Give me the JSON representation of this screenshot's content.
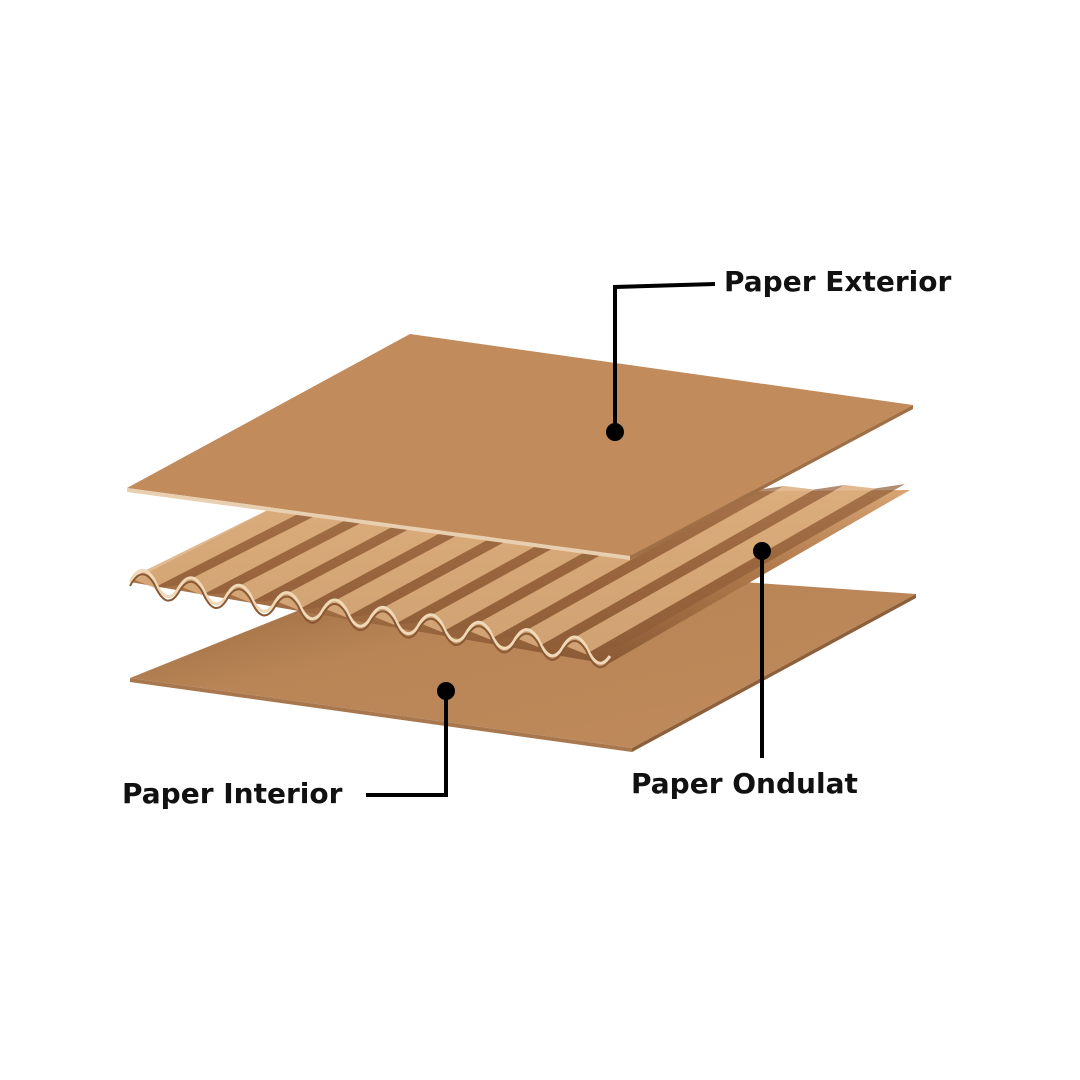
{
  "labels": {
    "exterior": "Paper Exterior",
    "interior": "Paper Interior",
    "fluting": "Paper Ondulat"
  },
  "colors": {
    "sheet": "#c18b5c",
    "sheet_edge": "#9a6a42",
    "sheet_edge_light": "#e3c9a6",
    "flute_light": "#c99466",
    "flute_dark": "#8a5a35",
    "flute_lip": "#edd7b8",
    "callout": "#000000",
    "text": "#111111"
  }
}
